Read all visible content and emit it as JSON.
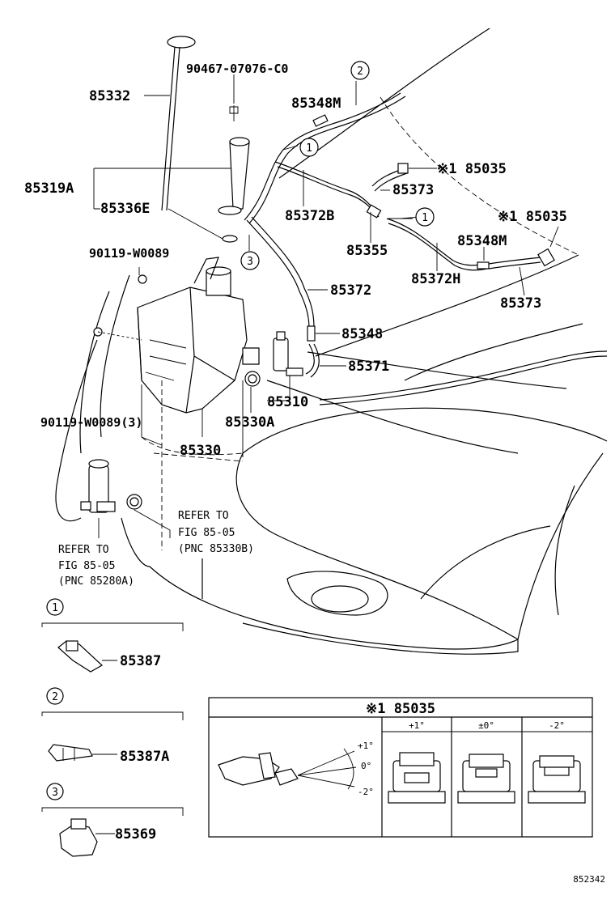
{
  "labels": {
    "p85332": "85332",
    "p90467": "90467-07076-C0",
    "p85348M_a": "85348M",
    "p85319A": "85319A",
    "p85336E": "85336E",
    "p85372B": "85372B",
    "p85035_a": "※1 85035",
    "p85373_a": "85373",
    "p85035_b": "※1 85035",
    "p85355": "85355",
    "p85348M_b": "85348M",
    "p85372H": "85372H",
    "p85373_b": "85373",
    "p90119_a": "90119-W0089",
    "p85372": "85372",
    "p85348": "85348",
    "p85371": "85371",
    "p85310": "85310",
    "p90119_b": "90119-W0089(3)",
    "p85330A": "85330A",
    "p85330": "85330",
    "refer1": [
      "REFER TO",
      "FIG 85-05",
      "(PNC 85330B)"
    ],
    "refer2": [
      "REFER TO",
      "FIG 85-05",
      "(PNC 85280A)"
    ],
    "p85387": "85387",
    "p85387A": "85387A",
    "p85369": "85369"
  },
  "callouts": [
    "1",
    "2",
    "3"
  ],
  "detail_table": {
    "title": "※1 85035",
    "columns": [
      "+1°",
      "±0°",
      "-2°"
    ],
    "angles": [
      "+1°",
      "0°",
      "-2°"
    ]
  },
  "figure_code": "852342"
}
